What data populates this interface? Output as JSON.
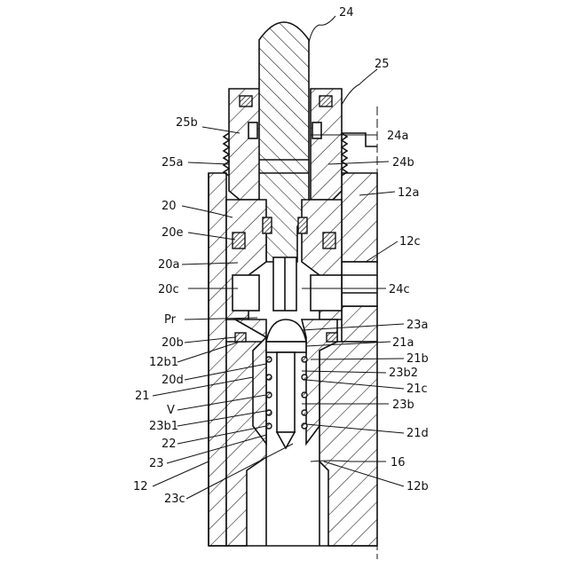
{
  "labels": {
    "l24": "24",
    "l25": "25",
    "l25b": "25b",
    "l24a": "24a",
    "l25a": "25a",
    "l24b": "24b",
    "l12a": "12a",
    "l20": "20",
    "l20e": "20e",
    "l12c": "12c",
    "l20a": "20a",
    "l20c": "20c",
    "l24c": "24c",
    "lPr": "Pr",
    "l23a": "23a",
    "l20b": "20b",
    "l21a": "21a",
    "l12b1": "12b1",
    "l21b": "21b",
    "l23b2": "23b2",
    "l20d": "20d",
    "l21c": "21c",
    "l21": "21",
    "lV": "V",
    "l23b": "23b",
    "l23b1": "23b1",
    "l21d": "21d",
    "l22": "22",
    "l23": "23",
    "l16": "16",
    "l12": "12",
    "l12b": "12b",
    "l23c": "23c"
  }
}
